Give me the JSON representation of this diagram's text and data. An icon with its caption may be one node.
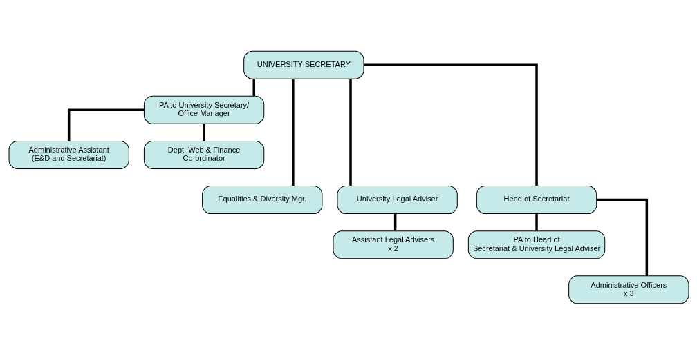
{
  "diagram": {
    "nodes": [
      {
        "text": [
          "UNIVERSITY SECRETARY"
        ]
      },
      {
        "text": [
          "PA to University Secretary/ Office Manager"
        ]
      },
      {
        "text": [
          "Administrative Assistant (E&D and Secretariat)"
        ]
      },
      {
        "text": [
          "Dept. Web & Finance Co-ordinator"
        ]
      },
      {
        "text": [
          "Equalities & Diversity Mgr."
        ]
      },
      {
        "text": [
          "University Legal Adviser"
        ]
      },
      {
        "text": [
          "Head of Secretariat"
        ]
      },
      {
        "text": [
          "Assistant Legal Advisers x 2"
        ]
      },
      {
        "text": [
          "PA to Head of Secretariat & University Legal Adviser"
        ]
      },
      {
        "text": [
          "Administrative Officers x 3"
        ]
      }
    ],
    "edges": [
      {
        "from": 0,
        "to": 1,
        "arrow": "none"
      },
      {
        "from": 1,
        "to": 2,
        "arrow": "none"
      },
      {
        "from": 1,
        "to": 3,
        "arrow": "none"
      },
      {
        "from": 0,
        "to": 4,
        "arrow": "none"
      },
      {
        "from": 0,
        "to": 5,
        "arrow": "none"
      },
      {
        "from": 0,
        "to": 6,
        "arrow": "none"
      },
      {
        "from": 5,
        "to": 7,
        "arrow": "none"
      },
      {
        "from": 6,
        "to": 8,
        "arrow": "none"
      },
      {
        "from": 6,
        "to": 9,
        "arrow": "none"
      }
    ]
  }
}
